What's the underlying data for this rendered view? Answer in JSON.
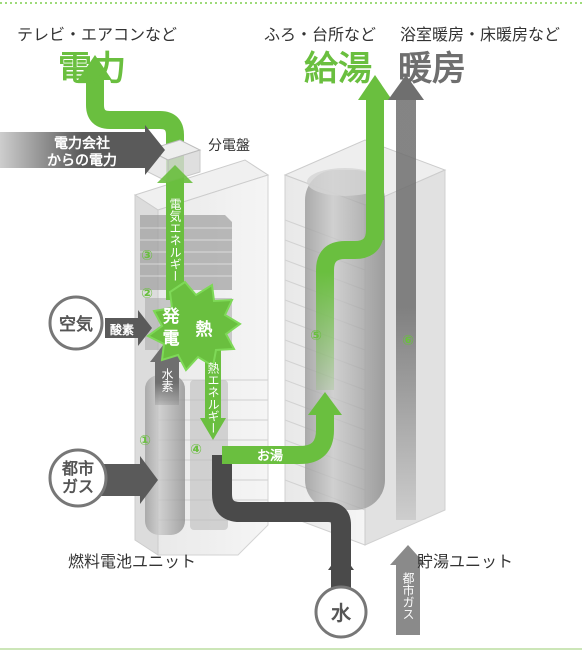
{
  "labels": {
    "top_left_use": "テレビ・エアコンなど",
    "power": "電力",
    "top_mid_use": "ふろ・台所など",
    "hot_water_supply": "給湯",
    "top_right_use": "浴室暖房・床暖房など",
    "heating": "暖房",
    "grid_power_line1": "電力会社",
    "grid_power_line2": "からの電力",
    "distribution_board": "分電盤",
    "electric_energy": "電気エネルギー",
    "air": "空気",
    "oxygen": "酸素",
    "hydrogen": "水素",
    "generation_chars": [
      "発",
      "熱",
      "電"
    ],
    "heat_energy": "熱エネルギー",
    "city_gas_line1": "都市",
    "city_gas_line2": "ガス",
    "hot_water": "お湯",
    "fuel_cell_unit": "燃料電池ユニット",
    "water": "水",
    "storage_unit": "貯湯ユニット",
    "city_gas_vertical": "都市ガス"
  },
  "steps": [
    "①",
    "②",
    "③",
    "④",
    "⑤",
    "⑥"
  ],
  "colors": {
    "green": "#6abf3f",
    "green_text": "#5cb531",
    "gray_arrow": "#6f6f6f",
    "dark_arrow": "#555555",
    "text": "#333333"
  }
}
